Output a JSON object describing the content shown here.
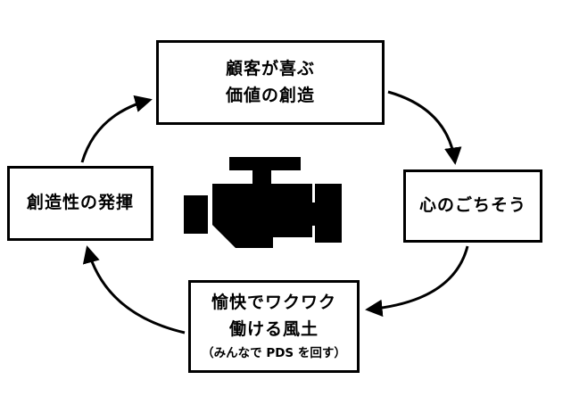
{
  "diagram": {
    "title": "",
    "nodes": {
      "top": {
        "lines": [
          "顧客が喜ぶ",
          "価値の創造"
        ]
      },
      "right": {
        "label": "心のごちそう"
      },
      "bottom": {
        "lines": [
          "愉快でワクワク",
          "働ける風土"
        ],
        "note": "（みんなで PDS を回す）"
      },
      "left": {
        "label": "創造性の発揮"
      }
    },
    "center_icon": "engine-icon",
    "flow": "clockwise cycle: top → right → bottom → left → top",
    "colors": {
      "background": "#ffffff",
      "border": "#000000",
      "text": "#000000",
      "icon": "#000000",
      "arrow": "#000000"
    }
  }
}
